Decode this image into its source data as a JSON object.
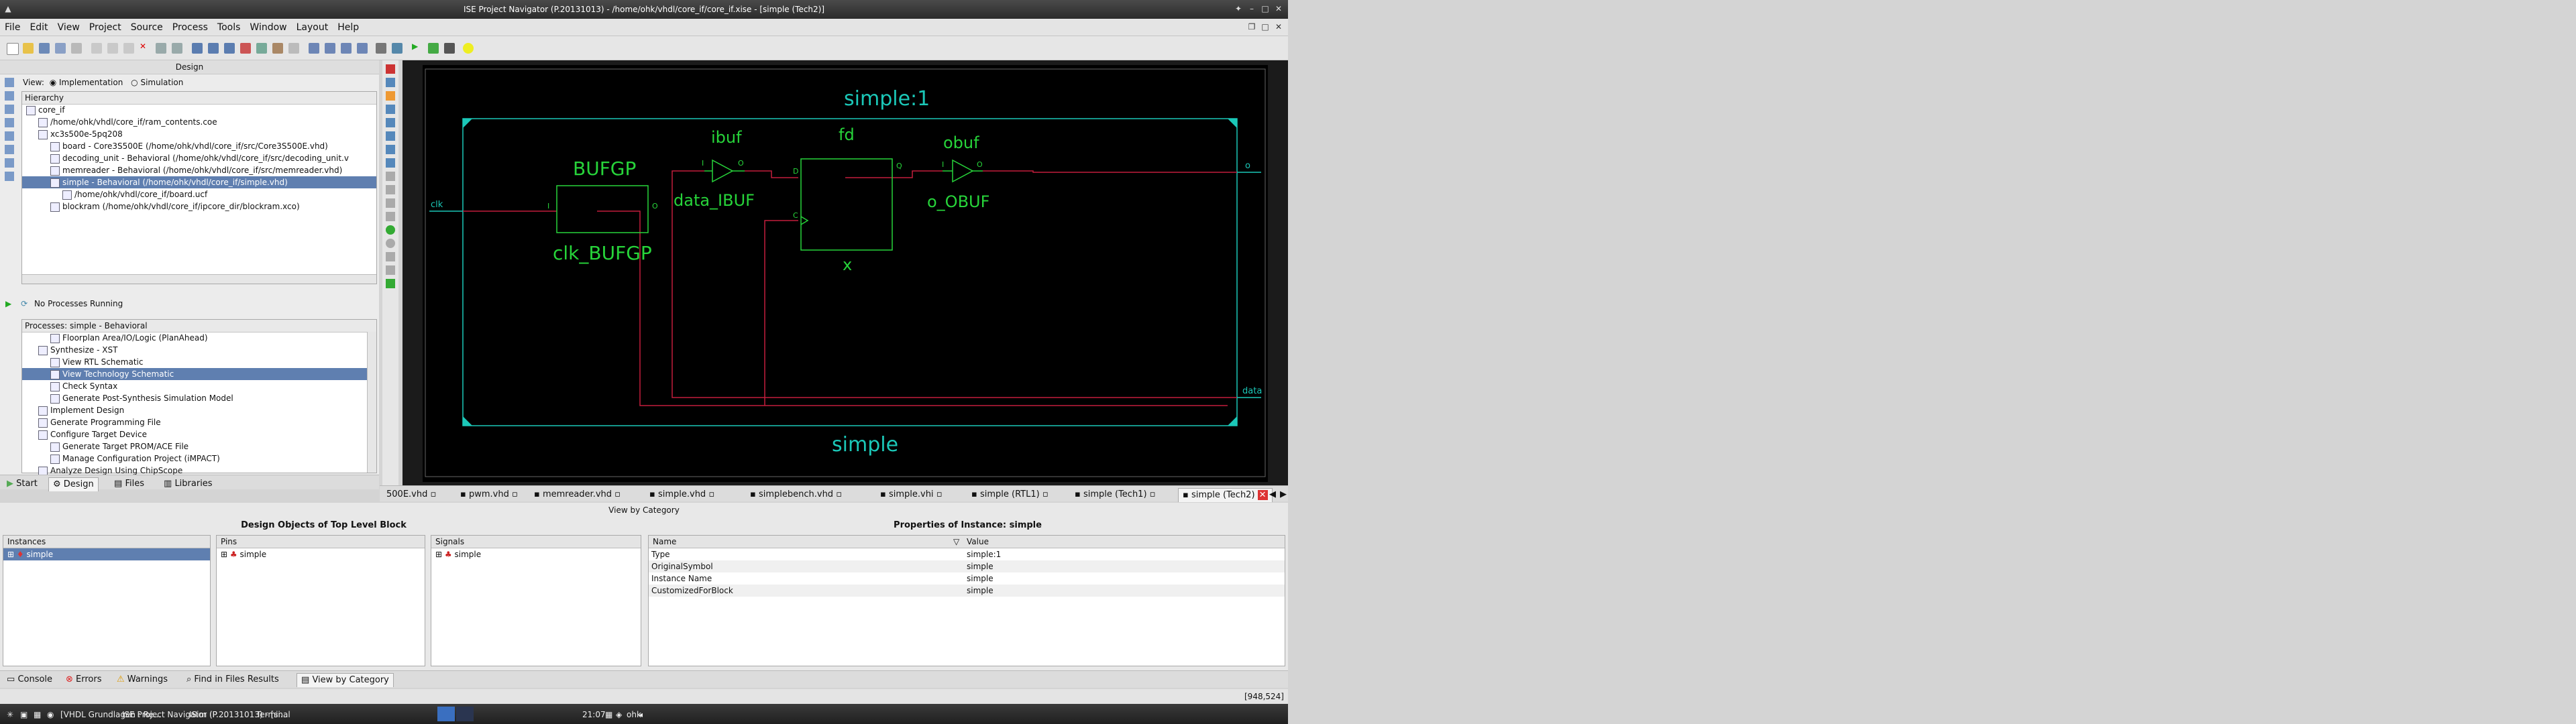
{
  "window": {
    "title": "ISE Project Navigator (P.20131013) - /home/ohk/vhdl/core_if/core_if.xise - [simple (Tech2)]"
  },
  "menu": [
    "File",
    "Edit",
    "View",
    "Project",
    "Source",
    "Process",
    "Tools",
    "Window",
    "Layout",
    "Help"
  ],
  "design_panel": {
    "title": "Design",
    "view_label": "View:",
    "implementation": "Implementation",
    "simulation": "Simulation",
    "hierarchy_label": "Hierarchy",
    "tree": [
      {
        "indent": 0,
        "text": "core_if",
        "selected": false
      },
      {
        "indent": 1,
        "text": "/home/ohk/vhdl/core_if/ram_contents.coe",
        "selected": false
      },
      {
        "indent": 1,
        "text": "xc3s500e-5pq208",
        "selected": false
      },
      {
        "indent": 2,
        "text": "board - Core3S500E (/home/ohk/vhdl/core_if/src/Core3S500E.vhd)",
        "selected": false
      },
      {
        "indent": 2,
        "text": "decoding_unit - Behavioral (/home/ohk/vhdl/core_if/src/decoding_unit.v",
        "selected": false
      },
      {
        "indent": 2,
        "text": "memreader - Behavioral (/home/ohk/vhdl/core_if/src/memreader.vhd)",
        "selected": false
      },
      {
        "indent": 2,
        "text": "simple - Behavioral (/home/ohk/vhdl/core_if/simple.vhd)",
        "selected": true
      },
      {
        "indent": 3,
        "text": "/home/ohk/vhdl/core_if/board.ucf",
        "selected": false
      },
      {
        "indent": 2,
        "text": "blockram (/home/ohk/vhdl/core_if/ipcore_dir/blockram.xco)",
        "selected": false
      }
    ],
    "no_processes": "No Processes Running",
    "processes_title": "Processes: simple - Behavioral",
    "processes": [
      {
        "indent": 2,
        "text": "Floorplan Area/IO/Logic (PlanAhead)",
        "selected": false
      },
      {
        "indent": 1,
        "text": "Synthesize - XST",
        "selected": false
      },
      {
        "indent": 2,
        "text": "View RTL Schematic",
        "selected": false
      },
      {
        "indent": 2,
        "text": "View Technology Schematic",
        "selected": true
      },
      {
        "indent": 2,
        "text": "Check Syntax",
        "selected": false
      },
      {
        "indent": 2,
        "text": "Generate Post-Synthesis Simulation Model",
        "selected": false
      },
      {
        "indent": 1,
        "text": "Implement Design",
        "selected": false
      },
      {
        "indent": 1,
        "text": "Generate Programming File",
        "selected": false
      },
      {
        "indent": 1,
        "text": "Configure Target Device",
        "selected": false
      },
      {
        "indent": 2,
        "text": "Generate Target PROM/ACE File",
        "selected": false
      },
      {
        "indent": 2,
        "text": "Manage Configuration Project (iMPACT)",
        "selected": false
      },
      {
        "indent": 1,
        "text": "Analyze Design Using ChipScope",
        "selected": false
      }
    ],
    "bottom_tabs": [
      "Start",
      "Design",
      "Files",
      "Libraries"
    ]
  },
  "schematic": {
    "top_title": "simple:1",
    "bottom_title": "simple",
    "bufgp_type": "BUFGP",
    "bufgp_name": "clk_BUFGP",
    "ibuf_type": "ibuf",
    "ibuf_name": "data_IBUF",
    "fd_type": "fd",
    "fd_name": "x",
    "obuf_type": "obuf",
    "obuf_name": "o_OBUF",
    "port_clk": "clk",
    "port_o": "o",
    "port_data": "data",
    "pin_i": "I",
    "pin_o": "O",
    "pin_d": "D",
    "pin_q": "Q",
    "pin_c": "C"
  },
  "doc_tabs": [
    "500E.vhd",
    "pwm.vhd",
    "memreader.vhd",
    "simple.vhd",
    "simplebench.vhd",
    "simple.vhi",
    "simple (RTL1)",
    "simple (Tech1)",
    "simple (Tech2)"
  ],
  "bottom": {
    "view_by_category": "View by Category",
    "design_objects_title": "Design Objects of Top Level Block",
    "properties_title": "Properties of Instance: simple",
    "instances_header": "Instances",
    "instance_item": "simple",
    "pins_header": "Pins",
    "pin_item": "simple",
    "signals_header": "Signals",
    "signal_item": "simple",
    "prop_name_header": "Name",
    "prop_value_header": "Value",
    "props": [
      {
        "name": "Type",
        "value": "simple:1"
      },
      {
        "name": "OriginalSymbol",
        "value": "simple"
      },
      {
        "name": "Instance Name",
        "value": "simple"
      },
      {
        "name": "CustomizedForBlock",
        "value": "simple"
      }
    ],
    "tabs": [
      "Console",
      "Errors",
      "Warnings",
      "Find in Files Results",
      "View by Category"
    ]
  },
  "status": {
    "coords": "[948,524]"
  },
  "taskbar": {
    "tasks": [
      "[VHDL Grundlagen : Re...",
      "ISE Project Navigator (P....",
      "ISim (P.20131013) - [si...",
      "Terminal"
    ],
    "clock": "21:07",
    "user": "ohk"
  }
}
